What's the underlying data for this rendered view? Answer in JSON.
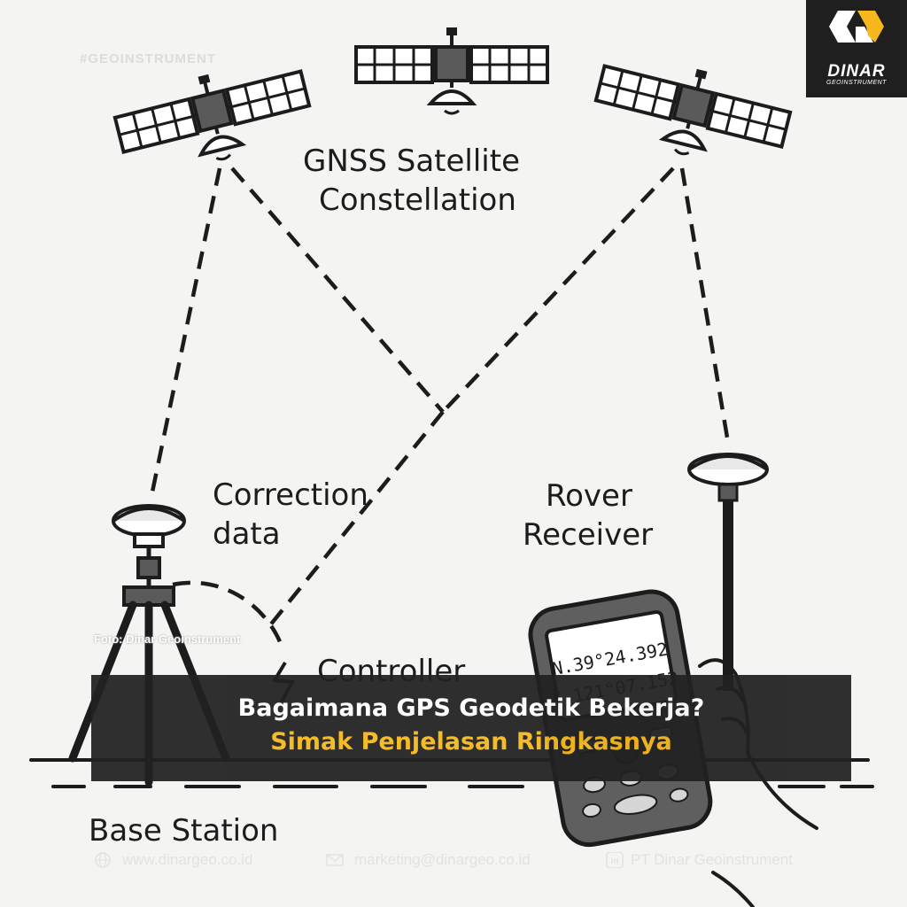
{
  "labels": {
    "constellation_line1": "GNSS Satellite",
    "constellation_line2": "Constellation",
    "correction_line1": "Correction",
    "correction_line2": "data",
    "rover_line1": "Rover",
    "rover_line2": "Receiver",
    "controller": "Controller",
    "base_station": "Base Station"
  },
  "controller_screen": {
    "lat": "N.39°24.392",
    "lon": "E 121°07.152"
  },
  "brand": {
    "name": "DINAR",
    "tagline": "GEOINSTRUMENT",
    "hashtag": "#GEOINSTRUMENT",
    "accent_color": "#f6b81c"
  },
  "photo_credit": "Foto: Dinar Geoinstrument",
  "headline": {
    "line1": "Bagaimana GPS Geodetik Bekerja?",
    "line2": "Simak Penjelasan Ringkasnya",
    "line2_color": "#f6b81c"
  },
  "footer": {
    "website": "www.dinargeo.co.id",
    "email": "marketing@dinargeo.co.id",
    "social": "PT Dinar Geoinstrument"
  },
  "icons": {
    "satellite": "satellite-icon",
    "website": "globe-icon",
    "email": "mail-icon",
    "social": "linkedin-icon"
  }
}
